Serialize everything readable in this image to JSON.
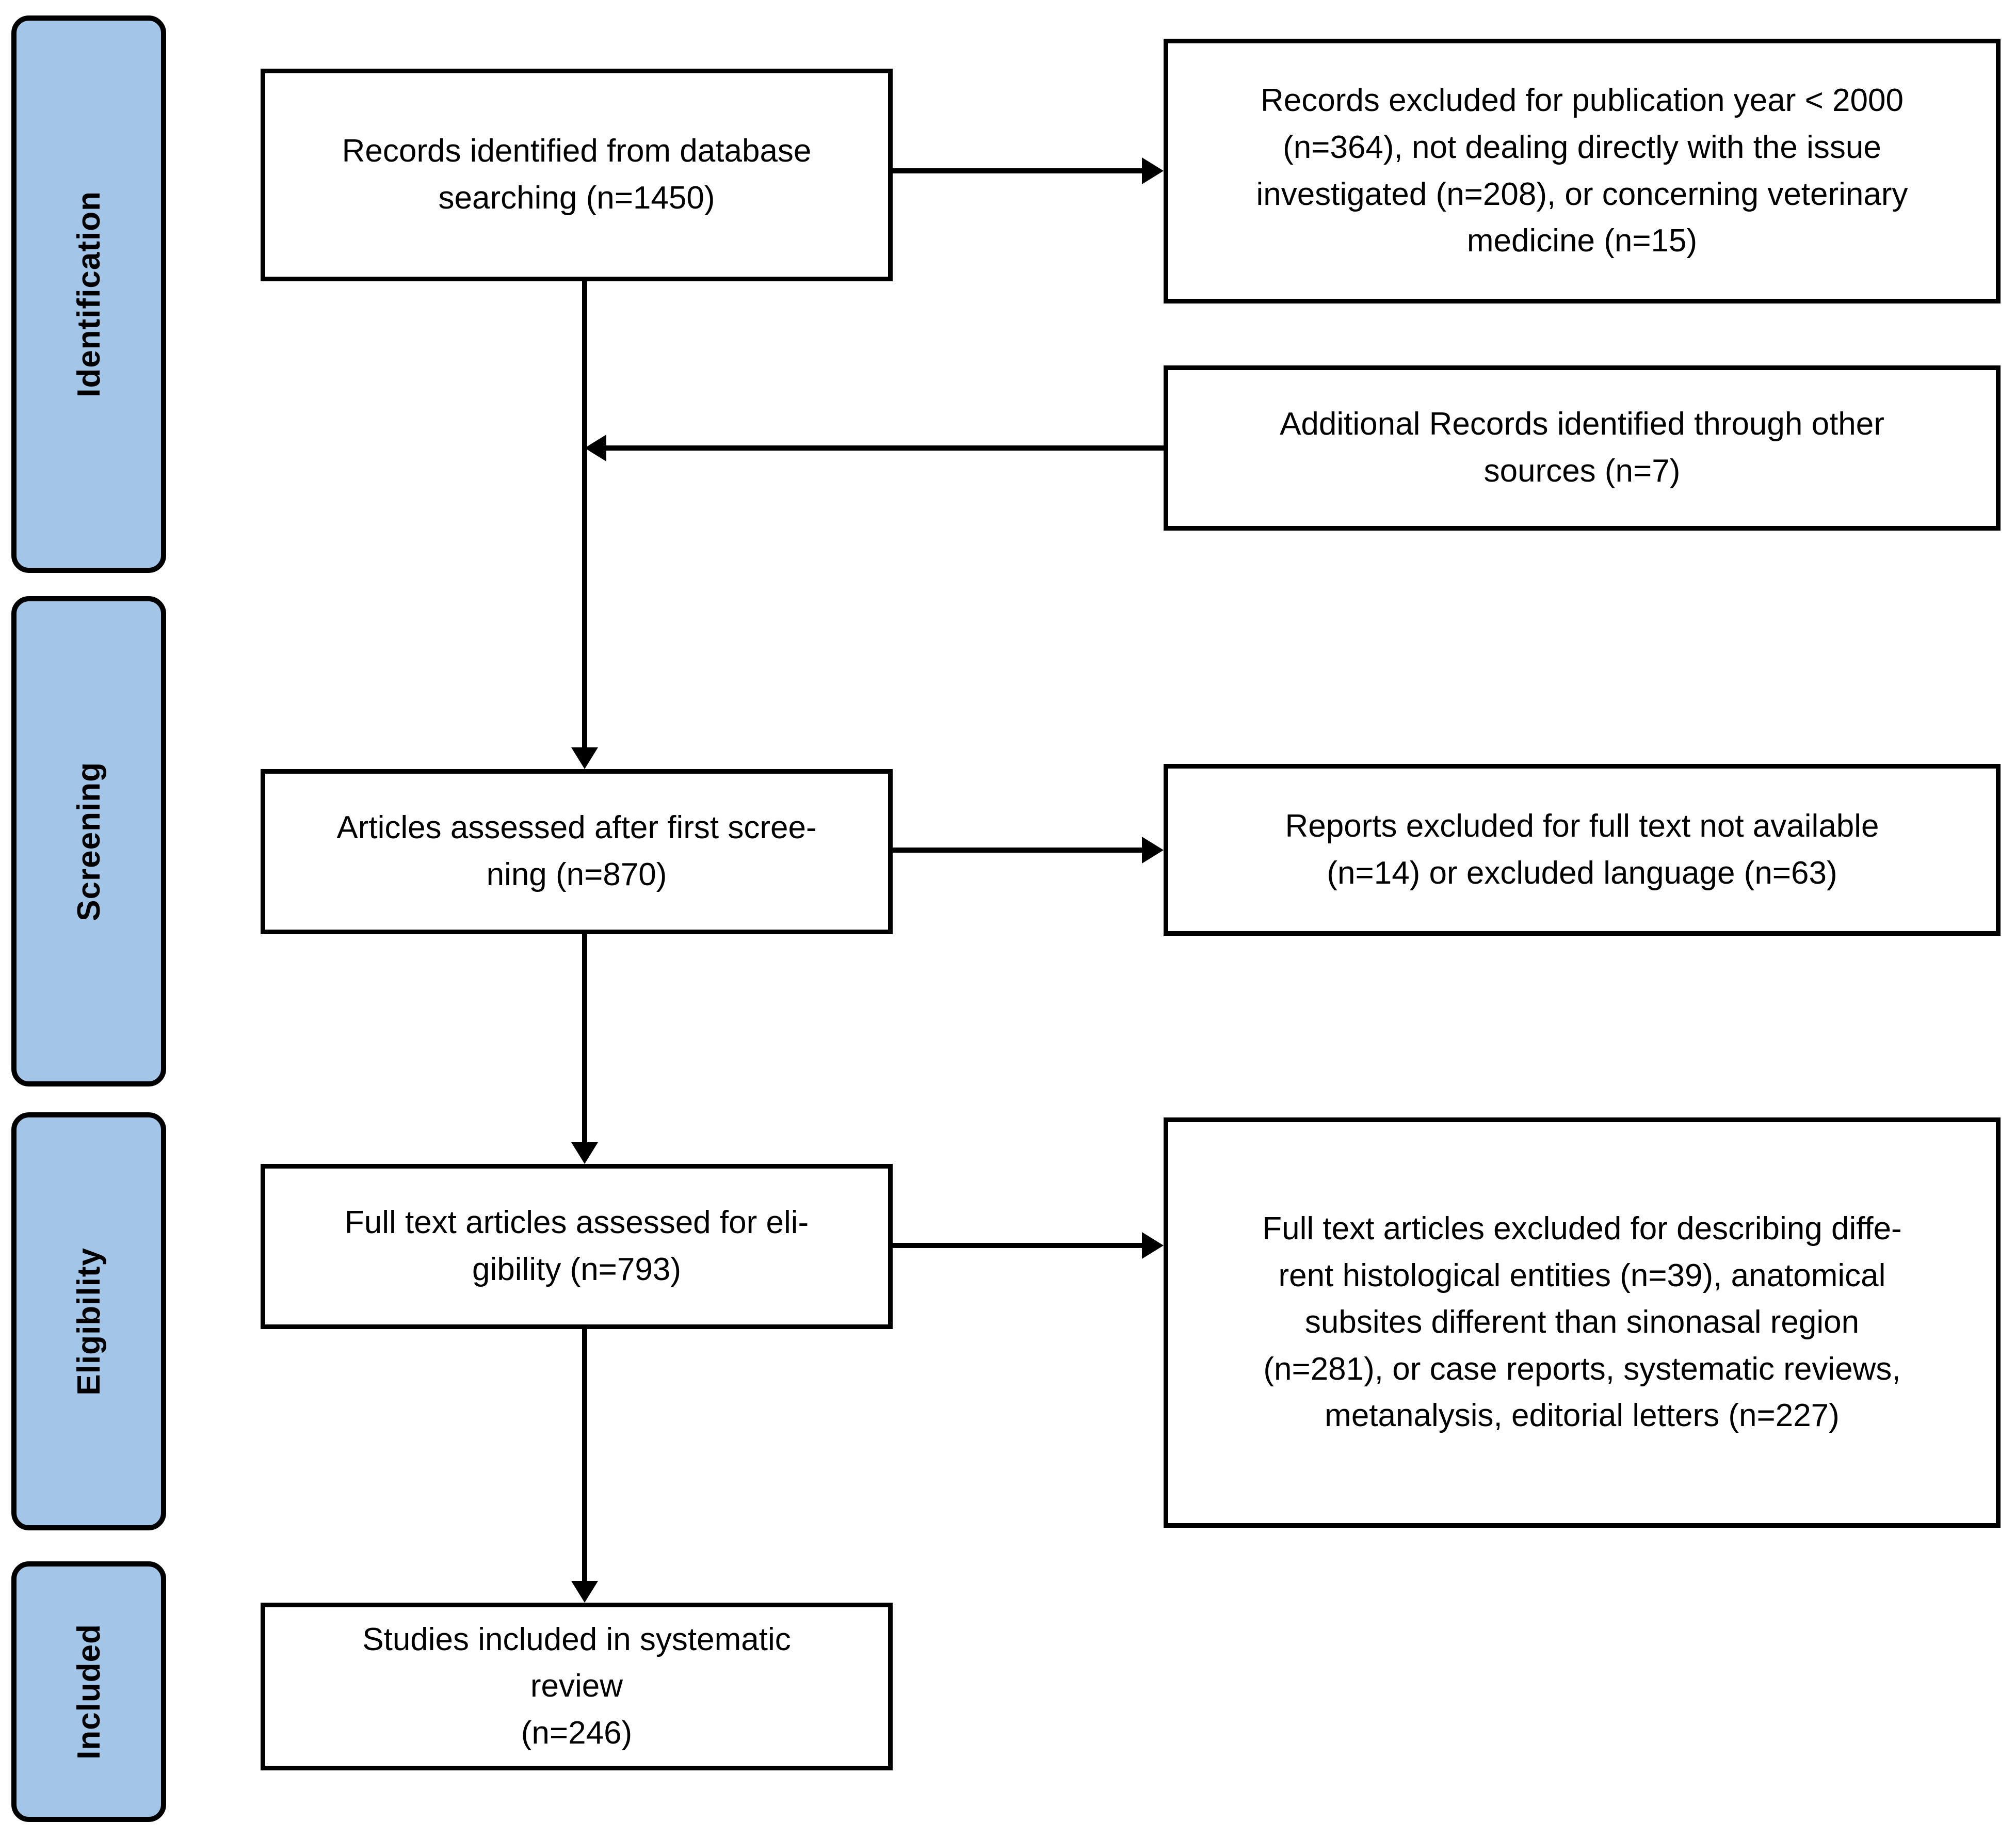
{
  "diagram": {
    "title": "PRISMA systematic review flow diagram",
    "accent_color": "#a3c6e8",
    "line_color": "#000000",
    "background_color": "#ffffff"
  },
  "stages": [
    {
      "id": "identification",
      "label": "Identification"
    },
    {
      "id": "screening",
      "label": "Screening"
    },
    {
      "id": "eligibility",
      "label": "Eligibility"
    },
    {
      "id": "included",
      "label": "Included"
    }
  ],
  "nodes": {
    "records_identified": {
      "id": "records-identified",
      "text": "Records identified from database\nsearching (n=1450)",
      "count": 1450
    },
    "records_excluded": {
      "id": "records-excluded",
      "text": "Records excluded for publication year < 2000\n(n=364), not dealing directly with the issue\ninvestigated (n=208), or concerning veterinary\nmedicine (n=15)",
      "counts": {
        "publication_year_before_2000": 364,
        "not_dealing_with_issue": 208,
        "veterinary_medicine": 15
      }
    },
    "additional_records": {
      "id": "additional-records",
      "text": "Additional Records identified through other\nsources (n=7)",
      "count": 7
    },
    "articles_first_screening": {
      "id": "articles-first-screening",
      "text": "Articles assessed after first scree-\nning (n=870)",
      "count": 870
    },
    "reports_excluded": {
      "id": "reports-excluded",
      "text": "Reports excluded for full text not available\n(n=14) or excluded language (n=63)",
      "counts": {
        "full_text_not_available": 14,
        "excluded_language": 63
      }
    },
    "full_text_assessed": {
      "id": "full-text-assessed",
      "text": "Full text articles assessed for eli-\ngibility (n=793)",
      "count": 793
    },
    "full_text_excluded": {
      "id": "full-text-excluded",
      "text": "Full text articles excluded for describing diffe-\nrent histological entities (n=39), anatomical\nsubsites different than sinonasal region\n(n=281), or case reports, systematic reviews,\nmetanalysis, editorial letters (n=227)",
      "counts": {
        "different_histological_entities": 39,
        "other_anatomical_subsites": 281,
        "case_reports_reviews_metanalysis_letters": 227
      }
    },
    "studies_included": {
      "id": "studies-included",
      "text": "Studies included in systematic\nreview\n(n=246)",
      "count": 246
    }
  },
  "connectors": [
    {
      "id": "identified-to-excluded",
      "from": "records_identified",
      "to": "records_excluded",
      "direction": "right"
    },
    {
      "id": "additional-to-trunk",
      "from": "additional_records",
      "to": "trunk",
      "direction": "left"
    },
    {
      "id": "identified-to-screening",
      "from": "records_identified",
      "to": "articles_first_screening",
      "direction": "down"
    },
    {
      "id": "screening-to-reports-excluded",
      "from": "articles_first_screening",
      "to": "reports_excluded",
      "direction": "right"
    },
    {
      "id": "screening-to-eligibility",
      "from": "articles_first_screening",
      "to": "full_text_assessed",
      "direction": "down"
    },
    {
      "id": "eligibility-to-fulltext-excluded",
      "from": "full_text_assessed",
      "to": "full_text_excluded",
      "direction": "right"
    },
    {
      "id": "eligibility-to-included",
      "from": "full_text_assessed",
      "to": "studies_included",
      "direction": "down"
    }
  ]
}
